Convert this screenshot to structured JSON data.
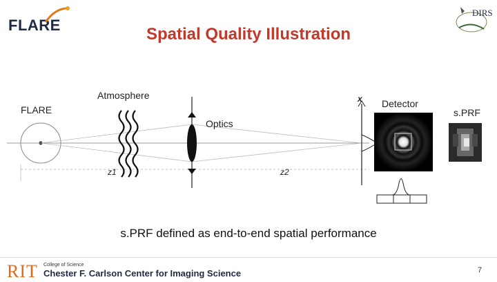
{
  "header": {
    "logo_text": "FLARE",
    "title": "Spatial Quality Illustration",
    "partner_logo_text": "DIRS"
  },
  "diagram": {
    "source_label": "FLARE",
    "atmosphere_label": "Atmosphere",
    "optics_label": "Optics",
    "detector_label": "Detector",
    "sprf_label": "s.PRF",
    "x_label": "x",
    "z1_label": "z1",
    "z2_label": "z2"
  },
  "caption": "s.PRF defined as end-to-end spatial performance",
  "footer": {
    "org": "RIT",
    "college": "College of Science",
    "center": "Chester F. Carlson Center for Imaging Science",
    "page_number": "7"
  },
  "colors": {
    "title": "#c0392b",
    "rit_orange": "#e06a1a",
    "navy": "#1f2a44"
  }
}
